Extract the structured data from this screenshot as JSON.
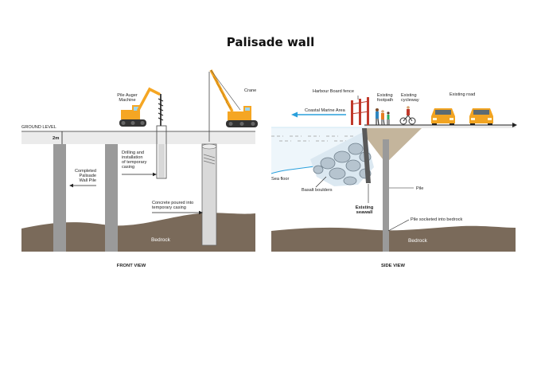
{
  "title": "Palisade wall",
  "colors": {
    "ground": "#ebebeb",
    "bedrock": "#7a6a5a",
    "pile": "#9a9a9a",
    "sea": "#cfe8f5",
    "soil": "#c4b59c",
    "machine": "#f5a623",
    "arrow_blue": "#2aa0dc",
    "car": "#f2a421"
  },
  "front_view": {
    "caption": "FRONT VIEW",
    "ground_level": "GROUND LEVEL",
    "depth_marker": "2m",
    "completed_pile": [
      "Completed",
      "Palisade",
      "Wall Pile"
    ],
    "drilling": [
      "Drilling and",
      "installation",
      "of temporary",
      "casing"
    ],
    "concrete": [
      "Concrete poured into",
      "temporary casing"
    ],
    "pile_auger": [
      "Pile Auger",
      "Machine"
    ],
    "crane": "Crane",
    "bedrock": "Bedrock"
  },
  "side_view": {
    "caption": "SIDE VIEW",
    "harbour_fence": "Harbour Board fence",
    "existing_footpath": [
      "Existing",
      "footpath"
    ],
    "existing_cycleway": [
      "Existing",
      "cycleway"
    ],
    "existing_road": "Existing road",
    "coastal_marine_area": "Coastal Marine Area",
    "sea_floor": "Sea floor",
    "basalt_boulders": "Basalt boulders",
    "existing_seawall": [
      "Existing",
      "seawall"
    ],
    "pile": "Pile",
    "pile_socketed": "Pile socketed into bedrock",
    "bedrock": "Bedrock"
  }
}
